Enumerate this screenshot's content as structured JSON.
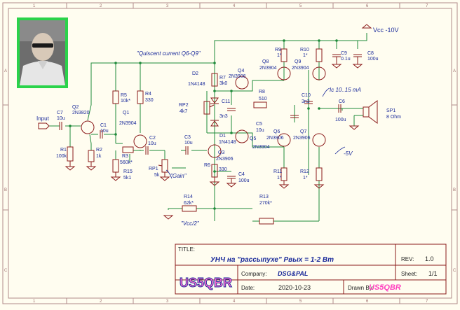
{
  "border": {
    "cols": [
      "1",
      "2",
      "3",
      "4",
      "5",
      "6",
      "7"
    ],
    "rows": [
      "A",
      "B",
      "C"
    ]
  },
  "nets": {
    "vcc": "Vcc -10V",
    "input": "Input",
    "gain": "\"Gain\"",
    "half_vcc": "\"Vcc/2\"",
    "quiescent": "\"Quiscent current Q6-Q9\"",
    "ic": "Ic 10..15 mA",
    "minus5v": "-5V"
  },
  "components": {
    "c7": [
      "C7",
      "10u"
    ],
    "q2": [
      "Q2",
      "2N3820"
    ],
    "r1": [
      "R1",
      "100k"
    ],
    "r2": [
      "R2",
      "1k"
    ],
    "c1": [
      "C1",
      "10u"
    ],
    "r5": [
      "R5",
      "10k*"
    ],
    "r4": [
      "R4",
      "330"
    ],
    "q1": [
      "Q1",
      "2N3904"
    ],
    "r3": [
      "R3",
      "560k*"
    ],
    "r15": [
      "R15",
      "5k1"
    ],
    "c2": [
      "C2",
      "10u"
    ],
    "rp1": [
      "RP1",
      "5k"
    ],
    "c3": [
      "C3",
      "10u"
    ],
    "q3": [
      "Q3",
      "2N3906"
    ],
    "r6": [
      "R6",
      "330"
    ],
    "c4": [
      "C4",
      "100u"
    ],
    "d2": [
      "D2",
      "1N4148"
    ],
    "r7": [
      "R7",
      "3k0"
    ],
    "rp2": [
      "RP2",
      "4k7"
    ],
    "c11": [
      "C11",
      "3n3"
    ],
    "d1": [
      "D1",
      "1N4148"
    ],
    "q4": [
      "Q4",
      "2N3906"
    ],
    "r8": [
      "R8",
      "510"
    ],
    "c5": [
      "C5",
      "10u"
    ],
    "q5": [
      "Q5",
      "2N3904"
    ],
    "q6": [
      "Q6",
      "2N3906"
    ],
    "q8": [
      "Q8",
      "2N3904"
    ],
    "r9": [
      "R9",
      "1*"
    ],
    "r10": [
      "R10",
      "1*"
    ],
    "q9": [
      "Q9",
      "2N3904"
    ],
    "c9": [
      "C9",
      "0.1u"
    ],
    "c8": [
      "C8",
      "100u"
    ],
    "c10": [
      "C10",
      "3n3"
    ],
    "c6": [
      "C6",
      "100u"
    ],
    "sp1": [
      "SP1",
      "8 Ohm"
    ],
    "q7": [
      "Q7",
      "2N3906"
    ],
    "r11": [
      "R11",
      "1*"
    ],
    "r12": [
      "R12",
      "1*"
    ],
    "r14": [
      "R14",
      "62k*"
    ],
    "r13": [
      "R13",
      "270k*"
    ]
  },
  "title_block": {
    "title_label": "TITLE:",
    "title": "УНЧ на \"рассыпухе\" Рвых = 1-2 Вт",
    "rev_label": "REV:",
    "rev": "1.0",
    "logo": "US5QBR",
    "company_label": "Company:",
    "company": "DSG&PAL",
    "sheet_label": "Sheet:",
    "sheet": "1/1",
    "date_label": "Date:",
    "date": "2020-10-23",
    "drawn_label": "Drawn By:",
    "drawn": "US5QBR"
  },
  "colors": {
    "wire": "#1f8a3a",
    "component": "#8b1a1a",
    "text": "#1a2a9a",
    "photo_border": "#2ad34a",
    "background": "#fffdf0"
  }
}
